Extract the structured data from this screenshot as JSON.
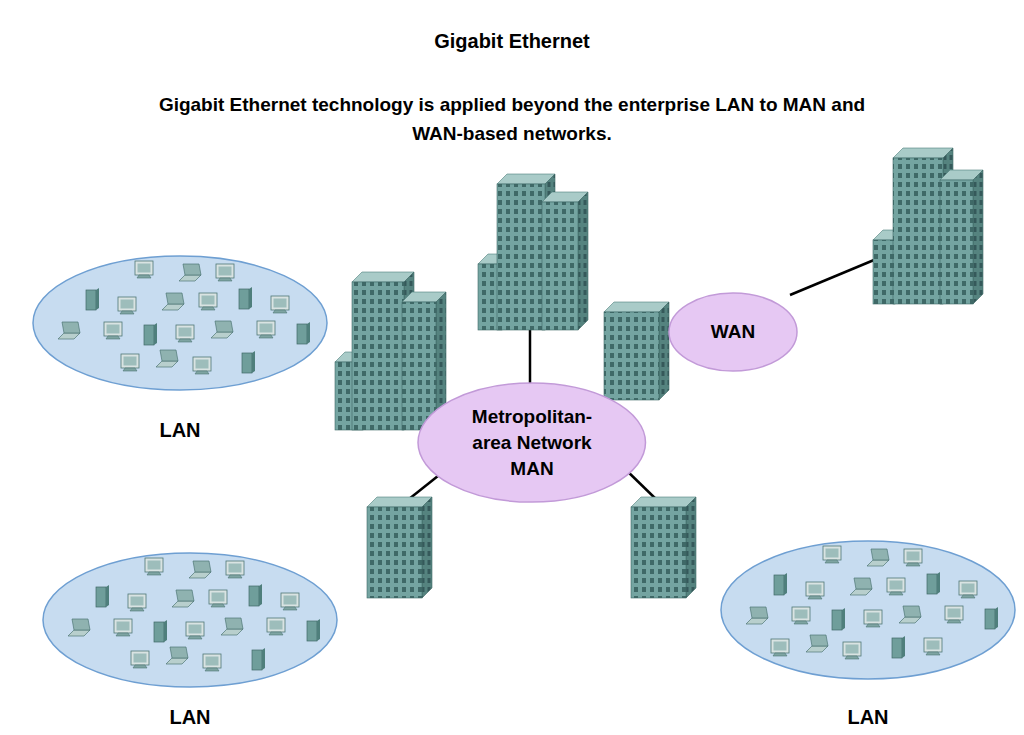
{
  "diagram": {
    "title": "Gigabit Ethernet",
    "nodes": [
      {
        "text": [
          "LAN"
        ]
      },
      {
        "text": [
          "Metropolitan- area Network MAN"
        ]
      },
      {
        "text": [
          "WAN"
        ]
      },
      {
        "text": [
          "LAN"
        ]
      },
      {
        "text": [
          "LAN"
        ]
      }
    ],
    "labels": [
      "Gigabit Ethernet technology is applied beyond the enterprise LAN to MAN and WAN-based networks."
    ]
  }
}
